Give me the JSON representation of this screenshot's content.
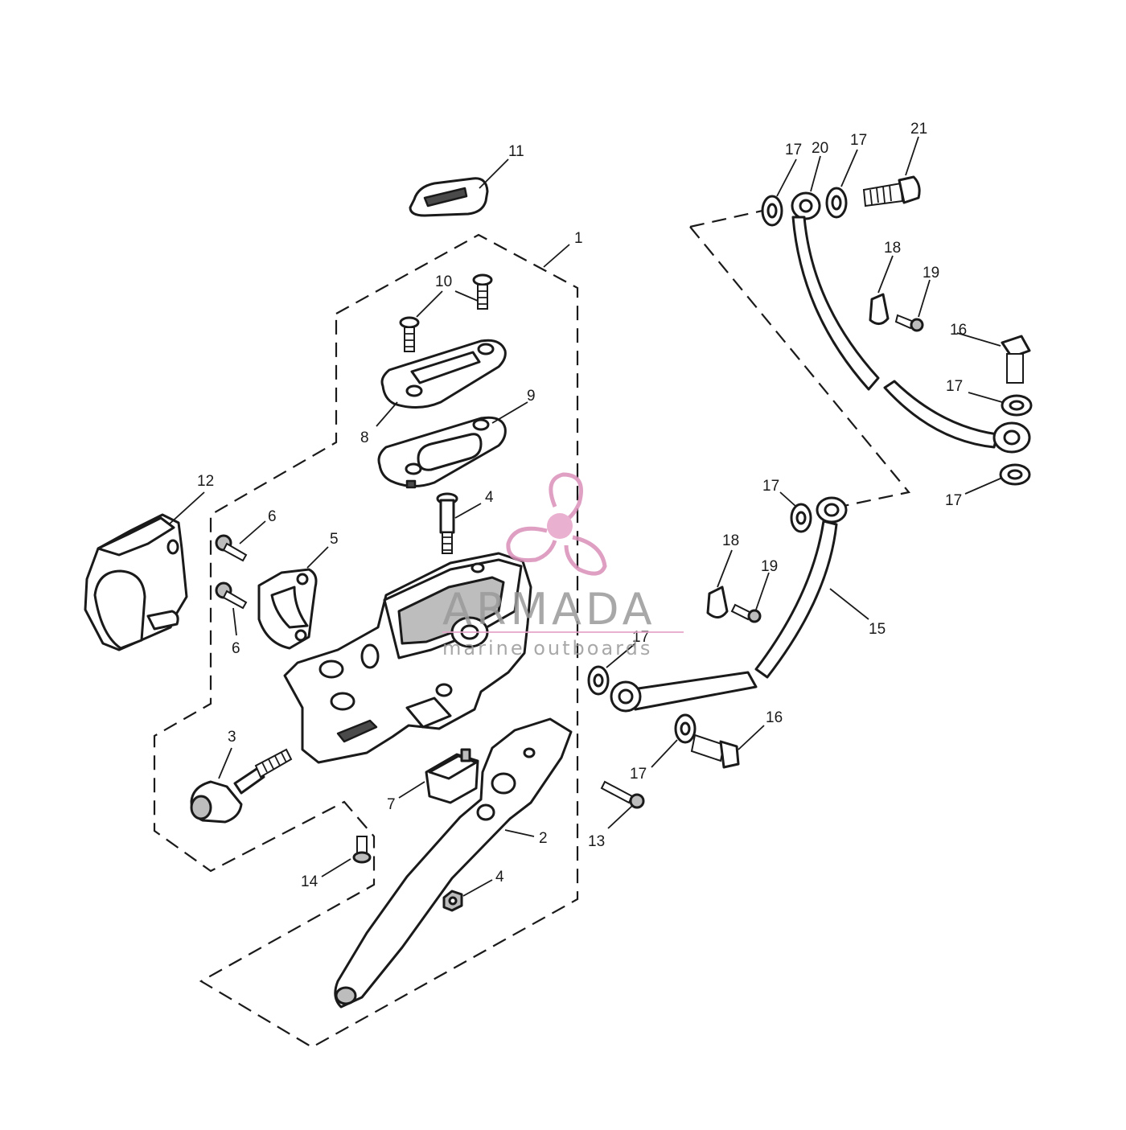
{
  "watermark": {
    "brand": "ARMADA",
    "tagline": "marine outboards",
    "accent_color": "#e6a3c8"
  },
  "callouts": {
    "c1": "1",
    "c2": "2",
    "c3": "3",
    "c4a": "4",
    "c4b": "4",
    "c5": "5",
    "c6a": "6",
    "c6b": "6",
    "c7": "7",
    "c8": "8",
    "c9": "9",
    "c10": "10",
    "c11": "11",
    "c12": "12",
    "c13": "13",
    "c14": "14",
    "c15": "15",
    "c16a": "16",
    "c16b": "16",
    "c17a": "17",
    "c17b": "17",
    "c17c": "17",
    "c17d": "17",
    "c17e": "17",
    "c17f": "17",
    "c17g": "17",
    "c18a": "18",
    "c18b": "18",
    "c19a": "19",
    "c19b": "19",
    "c20": "20",
    "c21": "21"
  }
}
